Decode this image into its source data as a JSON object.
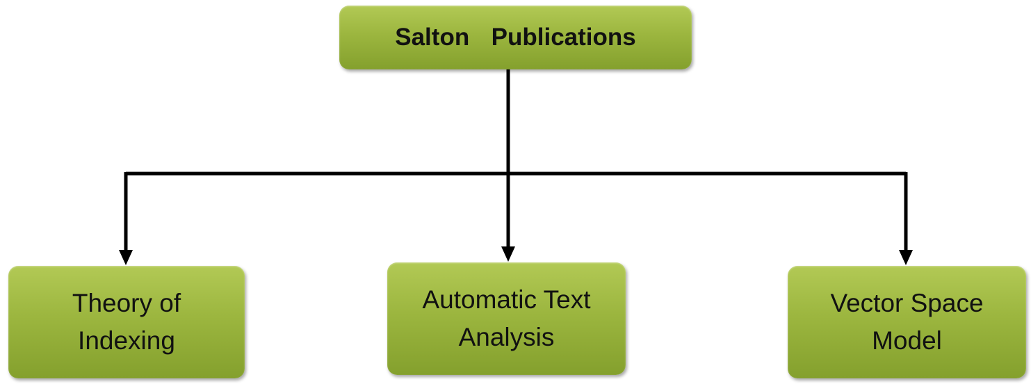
{
  "root": {
    "label": "Salton  Publications"
  },
  "children": [
    {
      "line1": "Theory of",
      "line2": "Indexing"
    },
    {
      "line1": "Automatic Text",
      "line2": "Analysis"
    },
    {
      "line1": "Vector Space",
      "line2": "Model"
    }
  ],
  "colors": {
    "box": "#9cb63f",
    "connector": "#000000"
  }
}
